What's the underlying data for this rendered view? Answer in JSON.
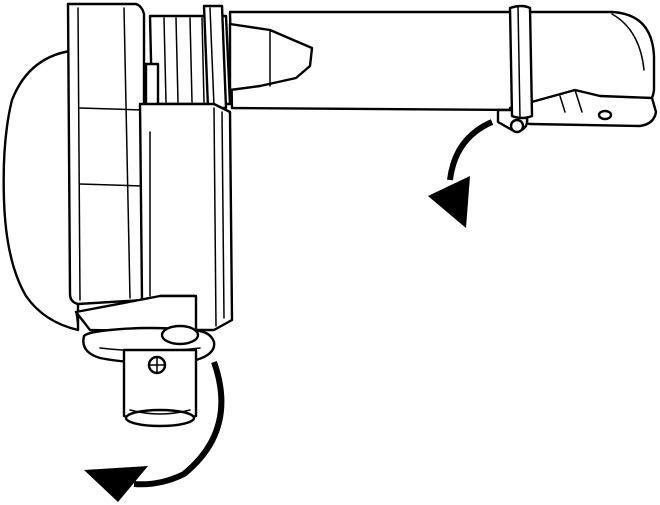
{
  "figure": {
    "background": "#ffffff",
    "line_color": "#000000",
    "arrows": [
      {
        "id": "upper-rotation-arrow",
        "direction": "clockwise-down"
      },
      {
        "id": "lower-rotation-arrow",
        "direction": "clockwise-down"
      }
    ]
  }
}
